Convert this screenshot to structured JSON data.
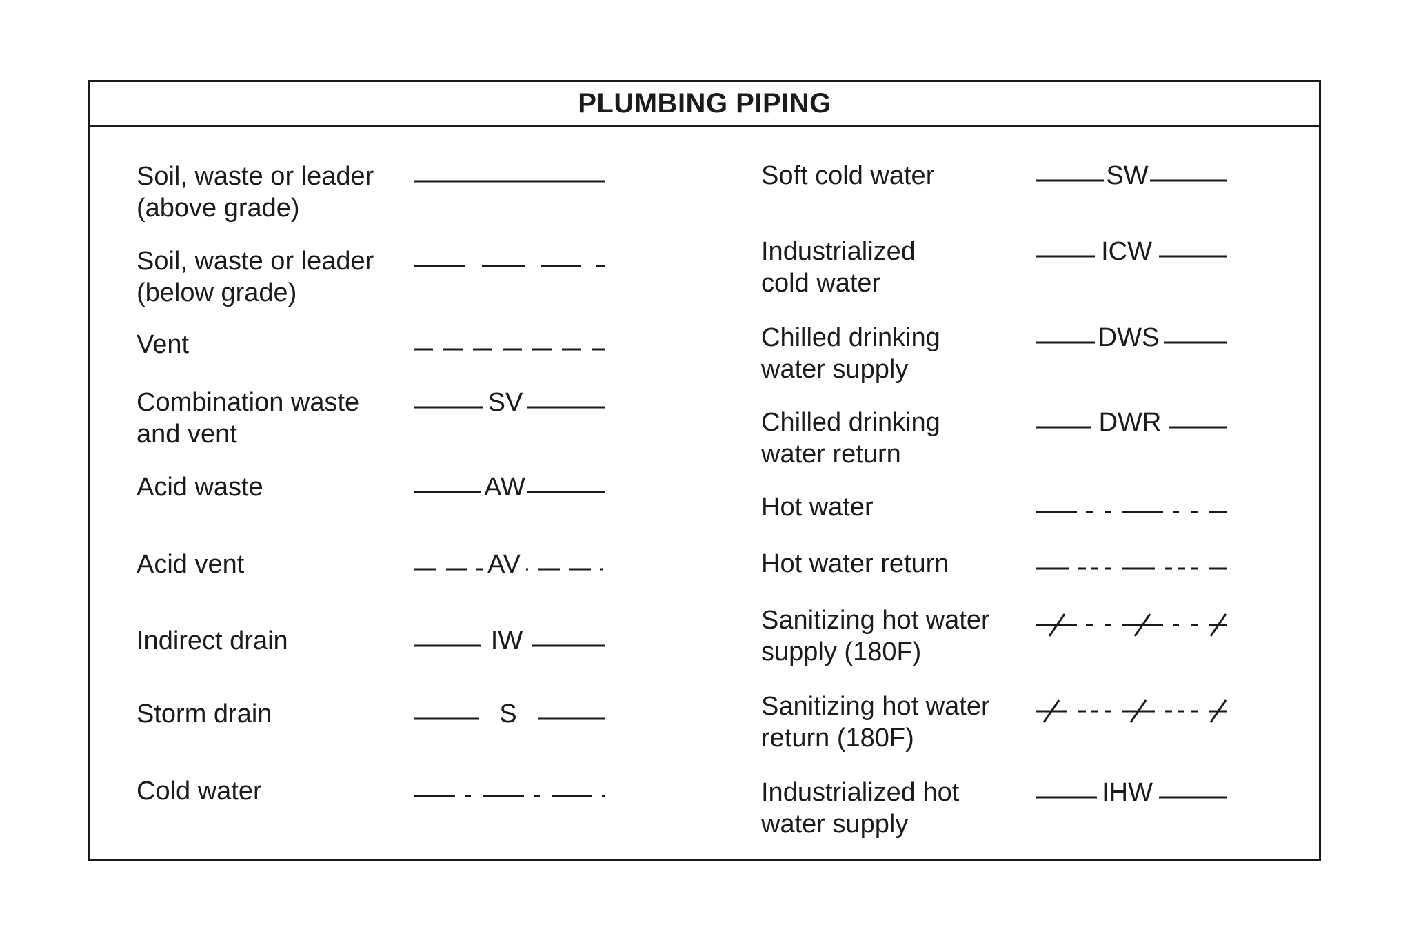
{
  "title": "PLUMBING PIPING",
  "colors": {
    "ink": "#1b1b1b",
    "background": "#ffffff"
  },
  "columns": [
    {
      "side": "left",
      "rows": [
        {
          "key": "soil-waste-leader-above-grade",
          "label_lines": [
            "Soil, waste or leader",
            "(above grade)"
          ],
          "symbol": {
            "type": "solid",
            "label": "",
            "label_x": null,
            "segments": [
              [
                0,
                277
              ]
            ],
            "slashes": []
          }
        },
        {
          "key": "soil-waste-leader-below-grade",
          "label_lines": [
            "Soil, waste or leader",
            "(below grade)"
          ],
          "symbol": {
            "type": "long-dash",
            "label": "",
            "label_x": null,
            "segments": [
              [
                0,
                75
              ],
              [
                99,
                161
              ],
              [
                184,
                243
              ],
              [
                264,
                277
              ]
            ],
            "slashes": []
          }
        },
        {
          "key": "vent",
          "label_lines": [
            "Vent"
          ],
          "symbol": {
            "type": "dash",
            "label": "",
            "label_x": null,
            "segments": [
              [
                0,
                28
              ],
              [
                43,
                71
              ],
              [
                86,
                114
              ],
              [
                129,
                157
              ],
              [
                172,
                200
              ],
              [
                215,
                243
              ],
              [
                258,
                277
              ]
            ],
            "slashes": []
          }
        },
        {
          "key": "combination-waste-and-vent",
          "label_lines": [
            "Combination waste",
            "and vent"
          ],
          "symbol": {
            "type": "labeled-solid",
            "label": "SV",
            "label_x": 133,
            "segments": [
              [
                0,
                100
              ],
              [
                165,
                277
              ]
            ],
            "slashes": []
          }
        },
        {
          "key": "acid-waste",
          "label_lines": [
            "Acid waste"
          ],
          "symbol": {
            "type": "labeled-solid",
            "label": "AW",
            "label_x": 132,
            "segments": [
              [
                0,
                97
              ],
              [
                165,
                277
              ]
            ],
            "slashes": []
          }
        },
        {
          "key": "acid-vent",
          "label_lines": [
            "Acid vent"
          ],
          "symbol": {
            "type": "labeled-dash",
            "label": "AV",
            "label_x": 131,
            "segments": [
              [
                0,
                32
              ],
              [
                47,
                78
              ],
              [
                90,
                100
              ],
              [
                163,
                166
              ],
              [
                180,
                212
              ],
              [
                225,
                257
              ],
              [
                270,
                275
              ]
            ],
            "slashes": []
          }
        },
        {
          "key": "indirect-drain",
          "label_lines": [
            "Indirect drain"
          ],
          "symbol": {
            "type": "labeled-solid",
            "label": "IW",
            "label_x": 135,
            "segments": [
              [
                0,
                98
              ],
              [
                172,
                277
              ]
            ],
            "slashes": []
          }
        },
        {
          "key": "storm-drain",
          "label_lines": [
            "Storm drain"
          ],
          "symbol": {
            "type": "labeled-solid",
            "label": "S",
            "label_x": 137,
            "segments": [
              [
                0,
                95
              ],
              [
                180,
                277
              ]
            ],
            "slashes": []
          }
        },
        {
          "key": "cold-water",
          "label_lines": [
            "Cold water"
          ],
          "symbol": {
            "type": "dash-dot",
            "label": "",
            "label_x": null,
            "segments": [
              [
                0,
                60
              ],
              [
                75,
                83
              ],
              [
                100,
                160
              ],
              [
                175,
                183
              ],
              [
                200,
                258
              ],
              [
                273,
                277
              ]
            ],
            "slashes": []
          }
        }
      ]
    },
    {
      "side": "right",
      "rows": [
        {
          "key": "soft-cold-water",
          "label_lines": [
            "Soft cold water"
          ],
          "symbol": {
            "type": "labeled-solid",
            "label": "SW",
            "label_x": 132,
            "segments": [
              [
                0,
                98
              ],
              [
                165,
                277
              ]
            ],
            "slashes": []
          }
        },
        {
          "key": "industrialized-cold-water",
          "label_lines": [
            "Industrialized",
            "cold water"
          ],
          "symbol": {
            "type": "labeled-solid",
            "label": "ICW",
            "label_x": 131,
            "segments": [
              [
                0,
                85
              ],
              [
                178,
                277
              ]
            ],
            "slashes": []
          }
        },
        {
          "key": "chilled-drinking-water-supply",
          "label_lines": [
            "Chilled drinking",
            "water supply"
          ],
          "symbol": {
            "type": "labeled-solid",
            "label": "DWS",
            "label_x": 134,
            "segments": [
              [
                0,
                85
              ],
              [
                185,
                277
              ]
            ],
            "slashes": []
          }
        },
        {
          "key": "chilled-drinking-water-return",
          "label_lines": [
            "Chilled drinking",
            "water return"
          ],
          "symbol": {
            "type": "labeled-solid",
            "label": "DWR",
            "label_x": 136,
            "segments": [
              [
                0,
                80
              ],
              [
                192,
                277
              ]
            ],
            "slashes": []
          }
        },
        {
          "key": "hot-water",
          "label_lines": [
            "Hot water"
          ],
          "symbol": {
            "type": "dash-dot-dot",
            "label": "",
            "label_x": null,
            "segments": [
              [
                0,
                59
              ],
              [
                72,
                82
              ],
              [
                99,
                109
              ],
              [
                124,
                184
              ],
              [
                199,
                207
              ],
              [
                224,
                234
              ],
              [
                250,
                277
              ]
            ],
            "slashes": []
          }
        },
        {
          "key": "hot-water-return",
          "label_lines": [
            "Hot water return"
          ],
          "symbol": {
            "type": "dash-dot-dot-dot",
            "label": "",
            "label_x": null,
            "segments": [
              [
                0,
                47
              ],
              [
                61,
                72
              ],
              [
                80,
                90
              ],
              [
                99,
                109
              ],
              [
                125,
                172
              ],
              [
                187,
                197
              ],
              [
                205,
                216
              ],
              [
                224,
                234
              ],
              [
                250,
                277
              ]
            ],
            "slashes": []
          }
        },
        {
          "key": "sanitizing-hot-water-supply-180f",
          "label_lines": [
            "Sanitizing hot water",
            "supply (180F)"
          ],
          "symbol": {
            "type": "slashed-dash-dot-dot",
            "label": "",
            "label_x": null,
            "segments": [
              [
                0,
                59
              ],
              [
                72,
                82
              ],
              [
                99,
                109
              ],
              [
                124,
                184
              ],
              [
                199,
                207
              ],
              [
                224,
                234
              ],
              [
                250,
                277
              ]
            ],
            "slashes": [
              30,
              154,
              264
            ]
          }
        },
        {
          "key": "sanitizing-hot-water-return-180f",
          "label_lines": [
            "Sanitizing hot water",
            "return (180F)"
          ],
          "symbol": {
            "type": "slashed-dash-dot-dot-dot",
            "label": "",
            "label_x": null,
            "segments": [
              [
                0,
                45
              ],
              [
                60,
                72
              ],
              [
                80,
                90
              ],
              [
                99,
                109
              ],
              [
                124,
                172
              ],
              [
                187,
                197
              ],
              [
                205,
                215
              ],
              [
                225,
                234
              ],
              [
                250,
                277
              ]
            ],
            "slashes": [
              22,
              148,
              264
            ]
          }
        },
        {
          "key": "industrialized-hot-water-supply",
          "label_lines": [
            "Industrialized hot",
            "water supply"
          ],
          "symbol": {
            "type": "labeled-solid",
            "label": "IHW",
            "label_x": 132,
            "segments": [
              [
                0,
                88
              ],
              [
                178,
                277
              ]
            ],
            "slashes": []
          }
        }
      ]
    }
  ]
}
